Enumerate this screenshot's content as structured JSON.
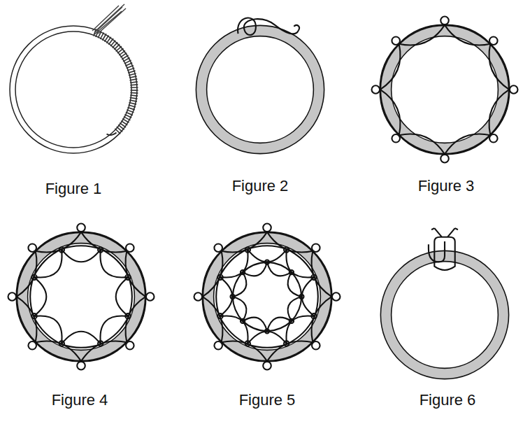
{
  "diagram": {
    "labels": [
      "Figure 1",
      "Figure 2",
      "Figure 3",
      "Figure 4",
      "Figure 5",
      "Figure 6"
    ]
  }
}
